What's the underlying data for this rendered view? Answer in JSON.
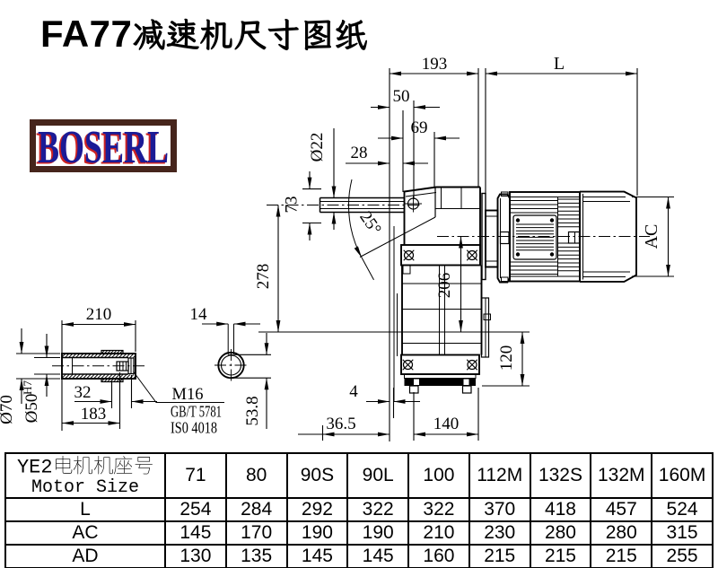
{
  "page": {
    "background": "#ffffff"
  },
  "title": {
    "text": "FA77减速机尺寸图纸"
  },
  "logo": {
    "text": "BOSERL",
    "text_color": "#1b1b96",
    "shadow_color": "#cc2222",
    "border_color": "#46251c"
  },
  "drawing": {
    "dims": {
      "d193": "193",
      "dL": "L",
      "d50": "50",
      "d69": "69",
      "d28": "28",
      "dia22": "Ø22",
      "angle25": "25°",
      "d73": "73",
      "d278": "278",
      "d206": "206",
      "dAC": "AC",
      "d120": "120",
      "d4": "4",
      "d36_5": "36.5",
      "d140": "140",
      "d210": "210",
      "d14": "14",
      "dia70": "Ø70",
      "dia50": "Ø50",
      "dia50sup": "H7",
      "d32": "32",
      "d183": "183",
      "m16": "M16",
      "gbt": "GB/T 5781",
      "iso": "IS0 4018",
      "d53_8": "53.8"
    }
  },
  "table": {
    "header_cn": "YE2电机机座号",
    "header_en": "Motor Size",
    "columns": [
      "71",
      "80",
      "90S",
      "90L",
      "100",
      "112M",
      "132S",
      "132M",
      "160M"
    ],
    "rows": [
      {
        "label": "L",
        "values": [
          "254",
          "284",
          "292",
          "322",
          "322",
          "370",
          "418",
          "457",
          "524"
        ]
      },
      {
        "label": "AC",
        "values": [
          "145",
          "170",
          "190",
          "190",
          "210",
          "230",
          "280",
          "280",
          "315"
        ]
      },
      {
        "label": "AD",
        "values": [
          "130",
          "135",
          "145",
          "145",
          "160",
          "215",
          "215",
          "215",
          "255"
        ]
      }
    ]
  }
}
